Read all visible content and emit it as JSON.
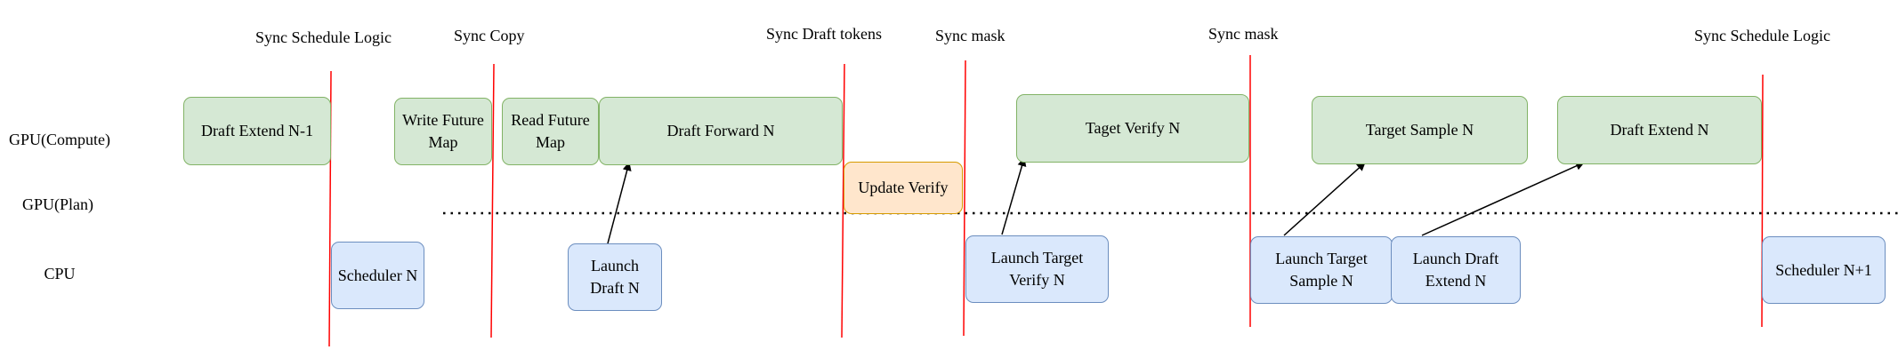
{
  "row_labels": {
    "gpu_compute": "GPU(Compute)",
    "gpu_plan": "GPU(Plan)",
    "cpu": "CPU"
  },
  "sync_labels": {
    "s1": "Sync Schedule Logic",
    "s2": "Sync Copy",
    "s3": "Sync Draft tokens",
    "s4": "Sync mask",
    "s5": "Sync mask",
    "s6": "Sync Schedule Logic"
  },
  "gpu_boxes": {
    "draft_extend_prev": "Draft Extend N-1",
    "write_future_map": "Write Future\nMap",
    "read_future_map": "Read Future\nMap",
    "draft_forward": "Draft Forward N",
    "target_verify": "Taget Verify N",
    "target_sample": "Target Sample N",
    "draft_extend": "Draft Extend N"
  },
  "plan_boxes": {
    "update_verify": "Update Verify"
  },
  "cpu_boxes": {
    "scheduler_n": "Scheduler N",
    "launch_draft": "Launch\nDraft N",
    "launch_target_verify": "Launch Target\nVerify N",
    "launch_target_sample": "Launch Target\nSample N",
    "launch_draft_extend": "Launch Draft\nExtend N",
    "scheduler_n1": "Scheduler N+1"
  },
  "colors": {
    "gpu_fill": "#d5e8d4",
    "gpu_border": "#82b366",
    "cpu_fill": "#dae8fc",
    "cpu_border": "#6c8ebf",
    "plan_fill": "#ffe6cc",
    "plan_border": "#d79b00",
    "sync_line": "#ff0000"
  }
}
